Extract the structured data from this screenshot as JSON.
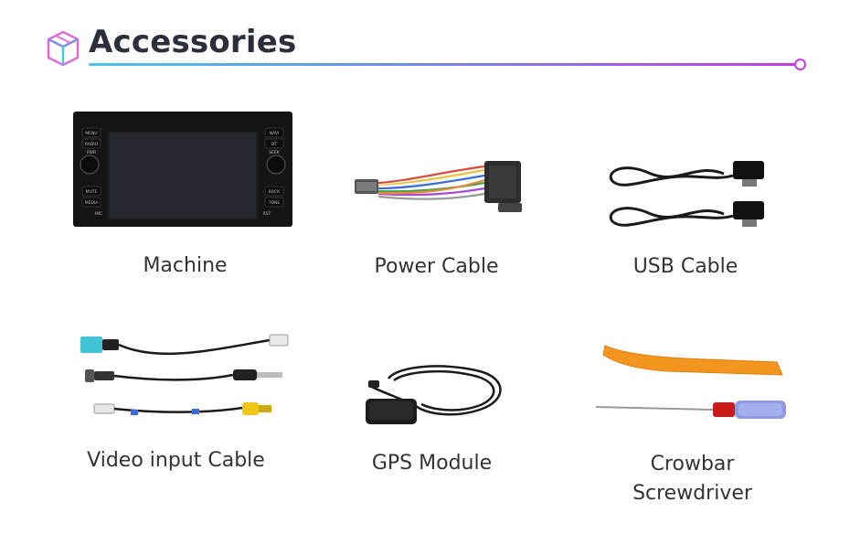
{
  "header": {
    "title": "Accessories",
    "icon": "box-icon",
    "accent_start": "#46c6e6",
    "accent_end": "#c23ce0"
  },
  "items": [
    {
      "label": "Machine",
      "icon": "car-stereo-unit",
      "buttons_left": [
        "MENU",
        "RADIO",
        "PWR",
        "MUTE",
        "MEDIA",
        "MIC"
      ],
      "buttons_right": [
        "NAVI",
        "BT",
        "SEEK",
        "BACK",
        "TONE",
        "RST"
      ]
    },
    {
      "label": "Power Cable",
      "icon": "power-cable-harness"
    },
    {
      "label": "USB Cable",
      "icon": "usb-cable-pair"
    },
    {
      "label": "Video input Cable",
      "icon": "video-input-cables"
    },
    {
      "label": "GPS Module",
      "icon": "gps-antenna"
    },
    {
      "label_line1": "Crowbar",
      "label_line2": "Screwdriver",
      "icon": "crowbar-and-screwdriver"
    }
  ]
}
